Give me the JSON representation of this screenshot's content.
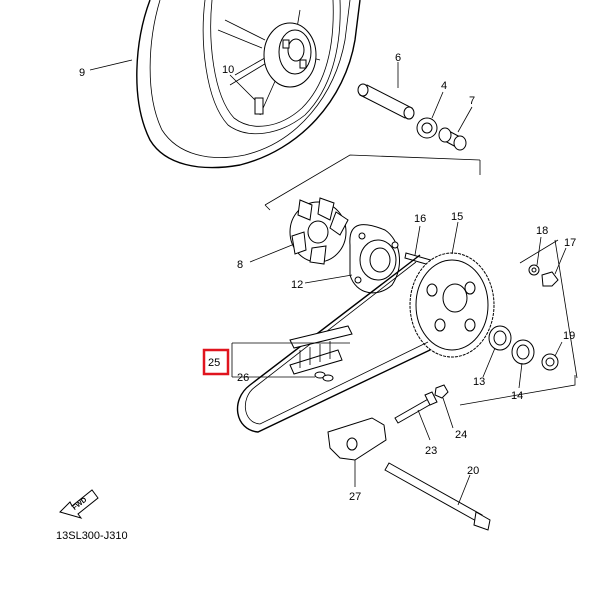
{
  "labels": {
    "p4": "4",
    "p6": "6",
    "p7": "7",
    "p8": "8",
    "p9": "9",
    "p10": "10",
    "p12": "12",
    "p13": "13",
    "p14": "14",
    "p15": "15",
    "p16": "16",
    "p17": "17",
    "p18": "18",
    "p19": "19",
    "p20": "20",
    "p23": "23",
    "p24": "24",
    "p25": "25",
    "p26": "26",
    "p27": "27"
  },
  "fwd_text": "FWD",
  "ref_code": "13SL300-J310",
  "colors": {
    "highlight": "#e0141e",
    "line": "#000000",
    "background": "#ffffff"
  }
}
